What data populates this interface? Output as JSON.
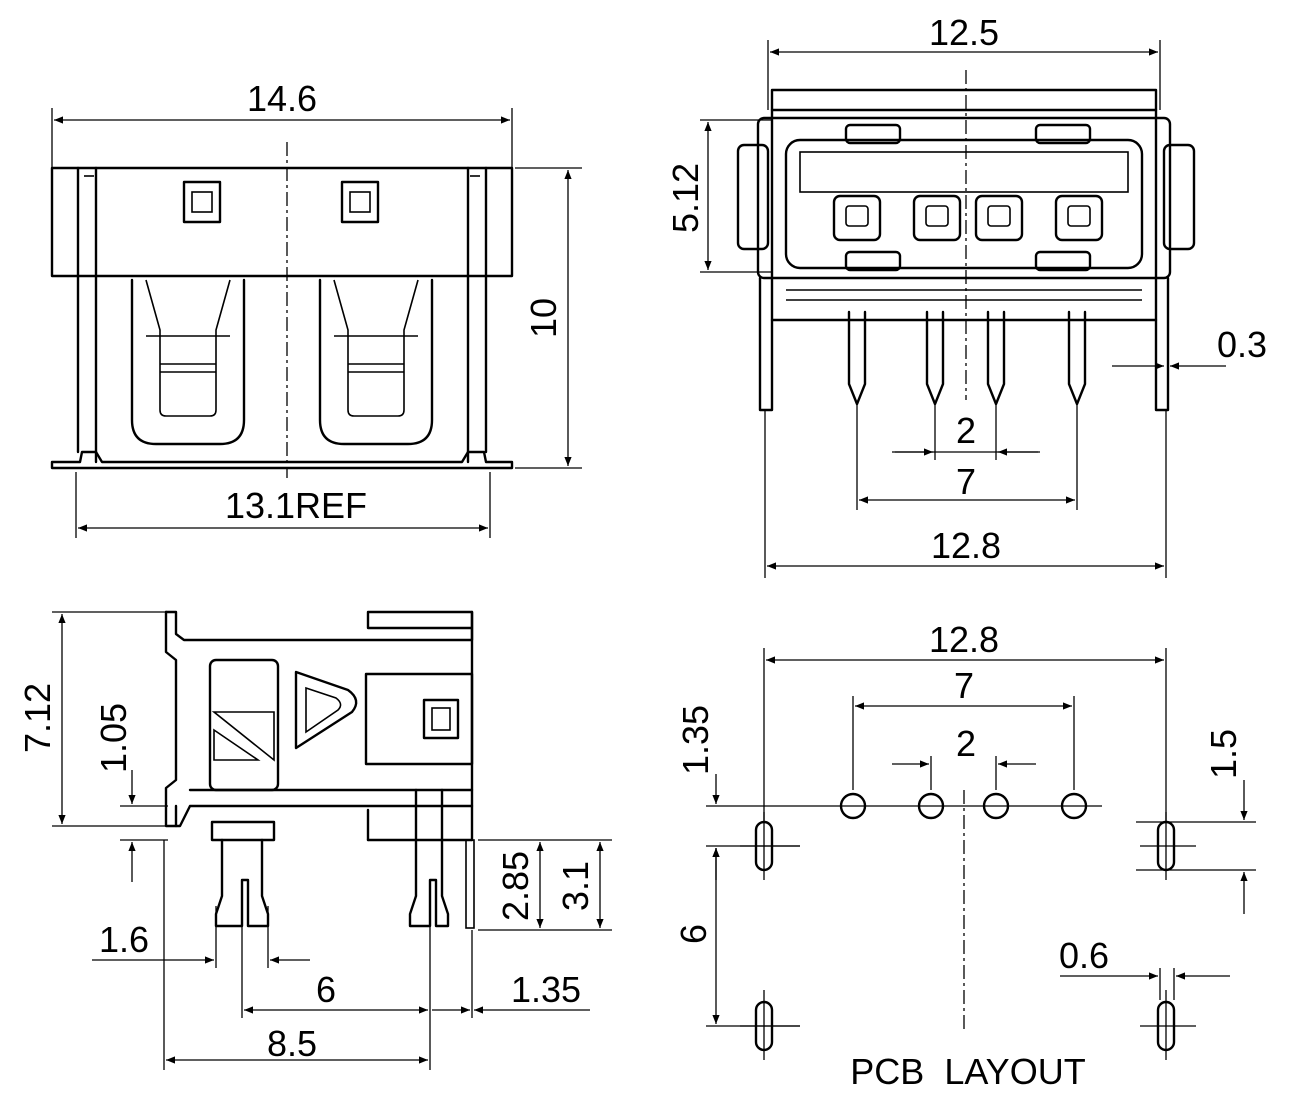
{
  "front_view": {
    "width": "14.6",
    "height": "10",
    "ref_width": "13.1REF"
  },
  "end_view": {
    "width": "12.5",
    "opening_height": "5.12",
    "thickness": "0.3",
    "inner_pitch": "2",
    "outer_pitch": "7",
    "peg_span": "12.8"
  },
  "side_view": {
    "height": "7.12",
    "standoff": "1.05",
    "pin_length": "2.85",
    "peg_length": "3.1",
    "pin_offset": "1.6",
    "pin_spacing": "6",
    "peg_offset": "1.35",
    "overall_depth": "8.5"
  },
  "pcb_layout": {
    "title": "PCB  LAYOUT",
    "peg_span": "12.8",
    "outer_pitch": "7",
    "inner_pitch": "2",
    "row_offset": "1.35",
    "slot_length": "1.5",
    "peg_spacing": "6",
    "slot_width": "0.6"
  }
}
